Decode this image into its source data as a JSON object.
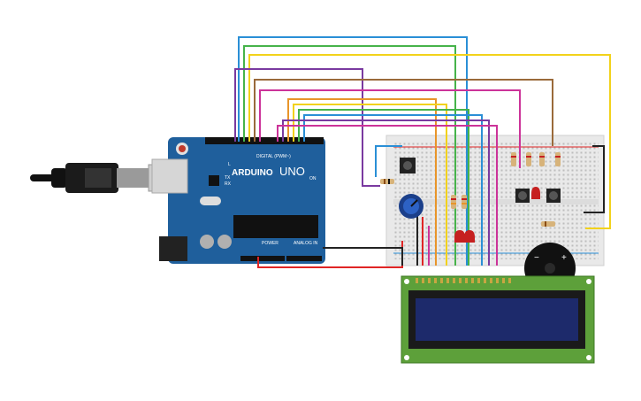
{
  "board": {
    "brand": "ARDUINO",
    "model": "UNO",
    "header_digital": "DIGITAL (PWM~)",
    "header_power": "POWER",
    "header_analog": "ANALOG IN",
    "pin_l": "L",
    "pin_tx": "TX",
    "pin_rx": "RX",
    "pin_on": "ON"
  },
  "colors": {
    "board": "#1f5f9c",
    "lcd_pcb": "#5da03a",
    "lcd_screen": "#1d2a6b",
    "breadboard": "#e9e9e9",
    "wire_blue": "#2a8fd6",
    "wire_green": "#46b34a",
    "wire_yellow": "#f2d21b",
    "wire_purple": "#7a3aa0",
    "wire_brown": "#9a6a3a",
    "wire_pink": "#cc3399",
    "wire_red": "#e02525",
    "wire_orange": "#e8952a",
    "wire_black": "#222222"
  },
  "components": [
    "usb-cable-icon",
    "arduino-uno-board",
    "breadboard",
    "potentiometer-icon",
    "push-button-icon",
    "led-icon",
    "resistor-icon",
    "piezo-buzzer-icon",
    "lcd-16x2-display"
  ]
}
